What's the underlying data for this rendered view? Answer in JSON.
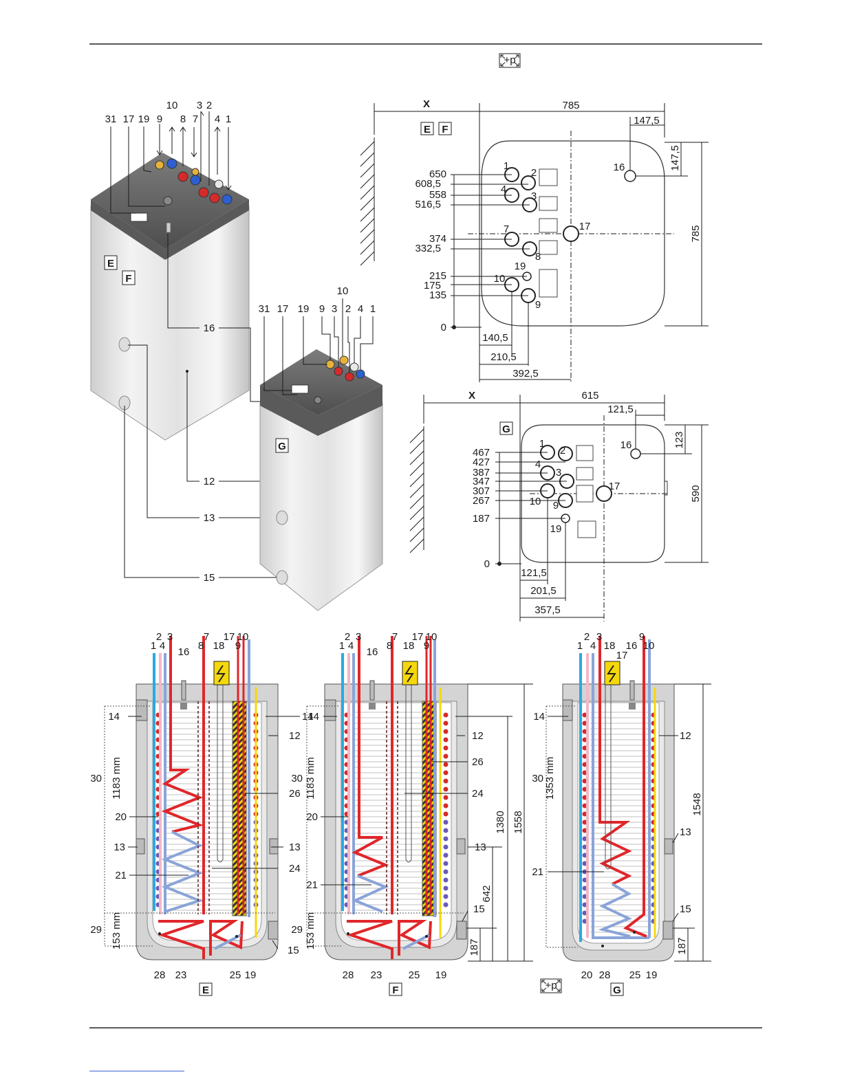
{
  "icons": {
    "pressure_symbol": "+p"
  },
  "iso": {
    "big": {
      "badges": [
        "E",
        "F"
      ],
      "top_labels": [
        "10",
        "3",
        "2",
        "31",
        "17",
        "19",
        "9",
        "8",
        "7",
        "4",
        "1"
      ],
      "side_labels": [
        "16",
        "12",
        "13",
        "15"
      ]
    },
    "small": {
      "badge": "G",
      "top_labels": [
        "10",
        "31",
        "17",
        "19",
        "9",
        "3",
        "2",
        "4",
        "1"
      ]
    }
  },
  "plan_ef": {
    "badges": [
      "E",
      "F"
    ],
    "x_label": "X",
    "width": "785",
    "height": "785",
    "offset_h": "147,5",
    "offset_v": "147,5",
    "y_values": [
      "650",
      "608,5",
      "558",
      "516,5",
      "374",
      "332,5",
      "215",
      "175",
      "135",
      "0"
    ],
    "x_values": [
      "140,5",
      "210,5",
      "392,5"
    ],
    "ports": [
      "1",
      "2",
      "4",
      "3",
      "7",
      "8",
      "19",
      "10",
      "9",
      "16",
      "17"
    ]
  },
  "plan_g": {
    "badge": "G",
    "x_label": "X",
    "width": "615",
    "height": "590",
    "offset_h": "121,5",
    "offset_v": "123",
    "y_values": [
      "467",
      "427",
      "387",
      "347",
      "307",
      "267",
      "187",
      "0"
    ],
    "x_values": [
      "121,5",
      "201,5",
      "357,5"
    ],
    "ports": [
      "1",
      "2",
      "4",
      "3",
      "10",
      "9",
      "19",
      "16",
      "17"
    ]
  },
  "sec_e": {
    "badge": "E",
    "top_labels": [
      "2",
      "3",
      "7",
      "17",
      "10",
      "1",
      "4",
      "16",
      "8",
      "18",
      "9"
    ],
    "left_labels": [
      "14",
      "30",
      "20",
      "13",
      "21",
      "29"
    ],
    "right_labels": [
      "14",
      "12",
      "26",
      "13",
      "24",
      "15"
    ],
    "bottom_labels": [
      "28",
      "23",
      "25",
      "19"
    ],
    "zone_upper": "1183 mm",
    "zone_lower": "153 mm"
  },
  "sec_f": {
    "badge": "F",
    "top_labels": [
      "2",
      "3",
      "7",
      "17",
      "10",
      "1",
      "4",
      "16",
      "8",
      "18",
      "9"
    ],
    "left_labels": [
      "30",
      "20",
      "21",
      "29"
    ],
    "right_labels": [
      "14",
      "12",
      "26",
      "24",
      "13",
      "15"
    ],
    "bottom_labels": [
      "28",
      "23",
      "25",
      "19"
    ],
    "zone_upper": "1183 mm",
    "zone_lower": "153 mm",
    "dims": [
      "1558",
      "1380",
      "642",
      "187"
    ]
  },
  "sec_g": {
    "badge": "G",
    "top_labels": [
      "2",
      "3",
      "9",
      "1",
      "4",
      "18",
      "16",
      "10",
      "17"
    ],
    "left_labels": [
      "14",
      "30",
      "21"
    ],
    "right_labels": [
      "12",
      "13",
      "15"
    ],
    "bottom_labels": [
      "20",
      "28",
      "25",
      "19"
    ],
    "zone_upper": "1353 mm",
    "dims": [
      "1548",
      "187"
    ]
  },
  "colors": {
    "hot": "#e0262a",
    "cold": "#2aa9e0",
    "return": "#8aa4d8",
    "pink": "#f2b8c6",
    "shell": "#d4d4d4",
    "insulation": "#e9e9e9",
    "warning": "#f6d80a"
  }
}
